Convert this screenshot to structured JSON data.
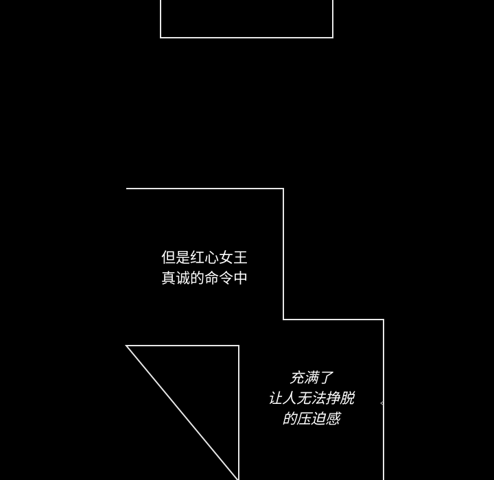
{
  "colors": {
    "background": "#000000",
    "frame": "#ffffff",
    "text": "#ffffff"
  },
  "panels": [
    {
      "caption_lines": []
    },
    {
      "caption_lines": [
        "但是红心女王",
        "真诚的命令中"
      ]
    },
    {
      "caption_lines": [
        "充满了",
        "让人无法挣脱",
        "的压迫感"
      ]
    }
  ]
}
